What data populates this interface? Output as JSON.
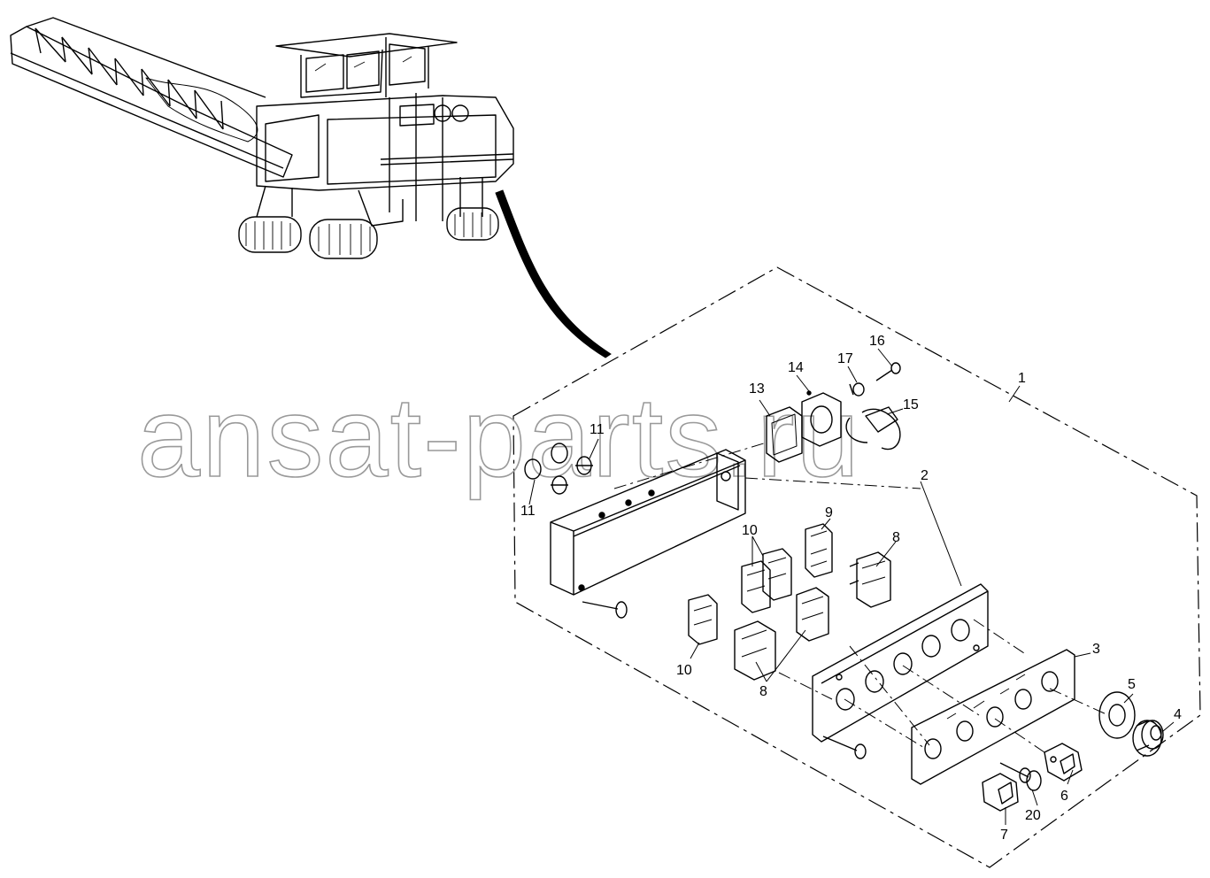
{
  "watermark": "ansat-parts.ru",
  "callouts": {
    "c1": "1",
    "c2": "2",
    "c3": "3",
    "c4": "4",
    "c5": "5",
    "c6": "6",
    "c7": "7",
    "c8a": "8",
    "c8b": "8",
    "c9": "9",
    "c10a": "10",
    "c10b": "10",
    "c11a": "11",
    "c11b": "11",
    "c13": "13",
    "c14": "14",
    "c15": "15",
    "c16": "16",
    "c17": "17",
    "c20": "20"
  }
}
